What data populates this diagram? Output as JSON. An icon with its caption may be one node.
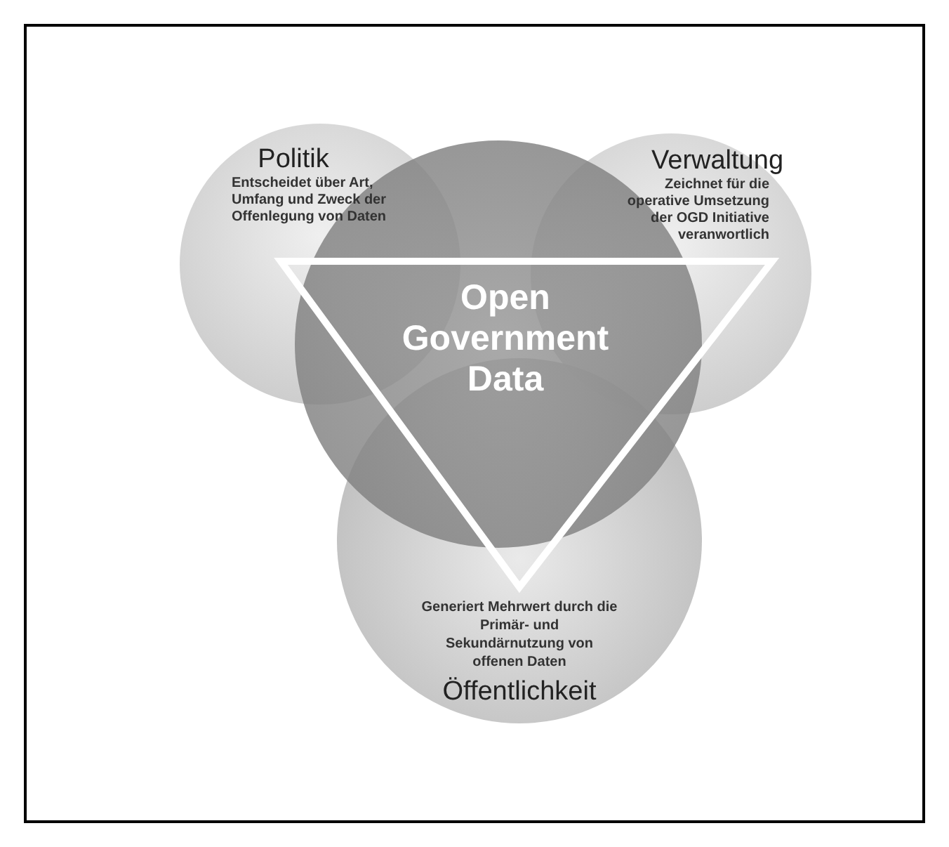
{
  "diagram": {
    "nodes": [
      {
        "text": [
          "Politik",
          "Entscheidet über Art, Umfang und Zweck der Offenlegung von Daten"
        ]
      },
      {
        "text": [
          "Verwaltung",
          "Zeichnet für die operative Umsetzung der OGD Initiative veranwortlich"
        ]
      },
      {
        "text": [
          "Open Government Data"
        ]
      },
      {
        "text": [
          "Generiert Mehrwert durch die Primär- und Sekundärnutzung von offenen Daten",
          "Öffentlichkeit"
        ]
      }
    ]
  }
}
